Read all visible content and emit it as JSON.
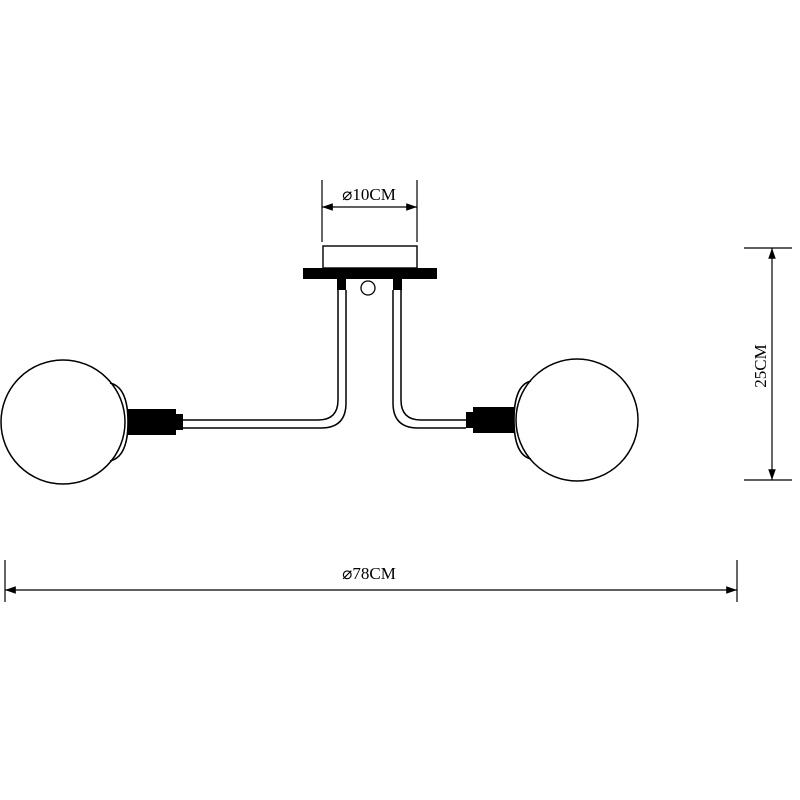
{
  "dimensions": {
    "canopy_diameter": "⌀10CM",
    "overall_diameter": "⌀78CM",
    "height": "25CM"
  },
  "colors": {
    "line": "#000000",
    "background": "#ffffff"
  }
}
